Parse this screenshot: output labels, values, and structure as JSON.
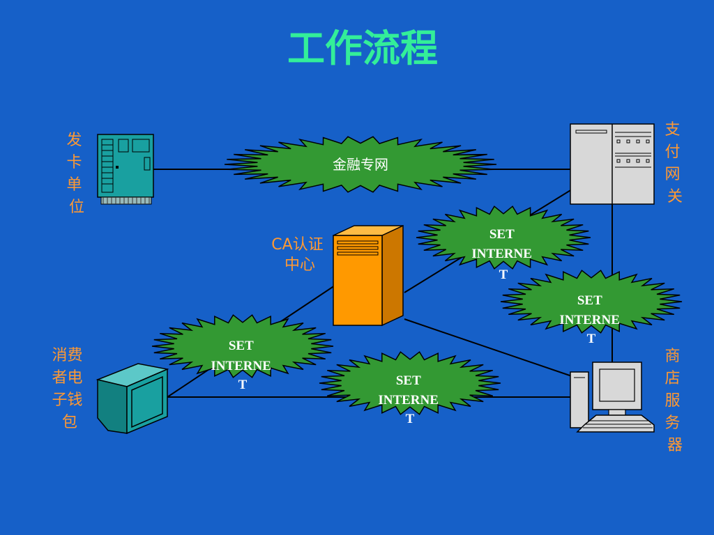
{
  "title": "工作流程",
  "colors": {
    "background": "#1660c8",
    "title": "#33ee99",
    "label": "#ff9933",
    "cloud_fill": "#339933",
    "line": "#000000",
    "ca_server": "#ff9900",
    "smartcard": "#19a0a0"
  },
  "nodes": {
    "card_issuer": {
      "label_lines": [
        "发",
        "卡",
        "单",
        "位"
      ],
      "icon": "smartcard-icon"
    },
    "payment_gateway": {
      "label_lines": [
        "支",
        "付",
        "网",
        "关"
      ],
      "icon": "server-rack-icon"
    },
    "ca_center": {
      "label_line1": "CA认证",
      "label_line2": "中心",
      "icon": "server-tower-icon"
    },
    "consumer_wallet": {
      "label_lines": [
        "消费",
        "者电",
        "子钱",
        "包"
      ],
      "icon": "monitor-icon"
    },
    "merchant_server": {
      "label_lines": [
        "商",
        "店",
        "服",
        "务",
        "器"
      ],
      "icon": "workstation-icon"
    }
  },
  "networks": {
    "financial": {
      "label": "金融专网"
    },
    "set_gateway_ca": {
      "lines": [
        "SET",
        "INTERNE",
        "T"
      ]
    },
    "set_gateway_merchant": {
      "lines": [
        "SET",
        "INTERNE",
        "T"
      ]
    },
    "set_consumer_ca": {
      "lines": [
        "SET",
        "INTERNE",
        "T"
      ]
    },
    "set_consumer_merchant": {
      "lines": [
        "SET",
        "INTERNE",
        "T"
      ]
    }
  }
}
